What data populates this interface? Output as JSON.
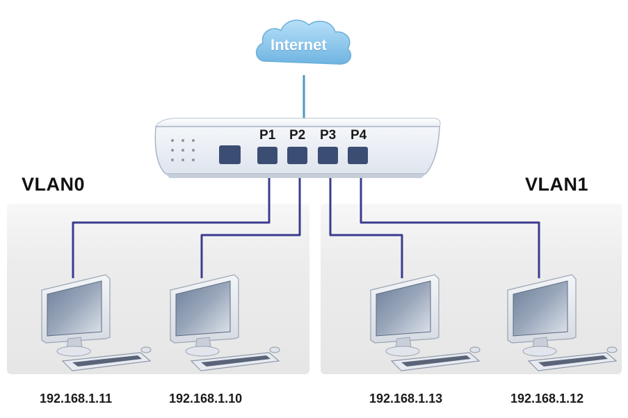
{
  "cloud": {
    "label": "Internet"
  },
  "router": {
    "ports": [
      "P1",
      "P2",
      "P3",
      "P4"
    ]
  },
  "vlans": [
    {
      "label": "VLAN0"
    },
    {
      "label": "VLAN1"
    }
  ],
  "computers": [
    {
      "ip": "192.168.1.11"
    },
    {
      "ip": "192.168.1.10"
    },
    {
      "ip": "192.168.1.13"
    },
    {
      "ip": "192.168.1.12"
    }
  ],
  "colors": {
    "cable": "#3b3b8f",
    "uplink": "#4a9bb8",
    "cloud": "#8cc6ea",
    "router_body": "#f1f4f8",
    "port": "#3b4d72",
    "panel": "#e9e9e9"
  }
}
